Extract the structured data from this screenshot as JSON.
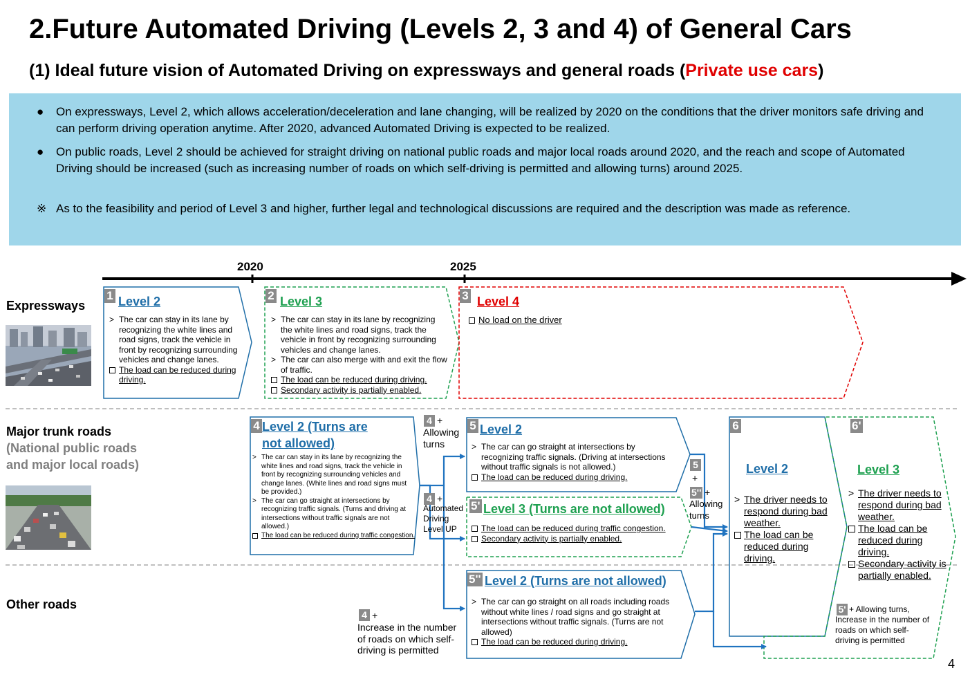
{
  "title": "2.Future Automated Driving (Levels 2, 3 and 4) of General Cars",
  "subtitle": {
    "prefix": "(1)  Ideal future vision of Automated Driving on expressways and general roads  (",
    "highlight": "Private use cars",
    "suffix": ")"
  },
  "summary": [
    {
      "marker": "●",
      "text": "On expressways, Level 2, which allows acceleration/deceleration and lane changing, will be realized by 2020 on the conditions that the driver monitors safe driving and can perform driving operation anytime. After 2020, advanced Automated Driving is expected to be realized."
    },
    {
      "marker": "●",
      "text": "On public roads, Level 2 should be achieved for straight driving on national public roads and major local roads around 2020, and the reach and scope of Automated Driving should be increased (such as increasing number of roads on which self-driving is permitted and allowing turns) around 2025."
    },
    {
      "marker": "※",
      "text": "As to the feasibility and period of Level 3 and higher, further legal and technological discussions are required and the description was made as reference."
    }
  ],
  "timeline": {
    "year1": "2020",
    "year2": "2025"
  },
  "rows": {
    "expressways": "Expressways",
    "major_trunk": "Major trunk roads",
    "major_trunk_sub1": "(National public roads",
    "major_trunk_sub2": "and major local roads)",
    "other": "Other roads"
  },
  "boxes": {
    "b1": {
      "badge": "1",
      "title": "Level 2",
      "items": [
        "The car can stay in its lane by recognizing the white lines and road signs, track the vehicle in front by recognizing surrounding vehicles and change lanes."
      ],
      "checks": [
        "The load can be reduced during driving."
      ]
    },
    "b2": {
      "badge": "2",
      "title": "Level 3",
      "items": [
        "The car can stay in its lane by recognizing the white lines and road signs, track the vehicle in front by recognizing surrounding vehicles and change lanes.",
        "The car can also merge with and exit the flow of traffic."
      ],
      "checks": [
        "The load can be reduced during driving.",
        "Secondary activity is partially enabled."
      ]
    },
    "b3": {
      "badge": "3",
      "title": "Level 4",
      "checks": [
        "No load on the driver"
      ]
    },
    "b4": {
      "badge": "4",
      "title1": "Level 2 (Turns are",
      "title2": "not allowed)",
      "items": [
        "The car can stay in its lane by recognizing the white lines and road signs, track the vehicle in front by recognizing surrounding vehicles and change lanes. (White lines and road signs must be provided.)",
        "The car can go straight at intersections by recognizing traffic signals. (Turns and driving at intersections without traffic signals are not allowed.)"
      ],
      "checks": [
        "The load can be reduced during traffic congestion."
      ]
    },
    "b5": {
      "badge": "5",
      "title": "Level 2",
      "items": [
        "The car can go straight at intersections by recognizing traffic signals. (Driving at intersections without traffic signals is not allowed.)"
      ],
      "checks": [
        "The load can be reduced during driving."
      ]
    },
    "b5p": {
      "badge": "5'",
      "title": "Level 3 (Turns are not allowed)",
      "checks": [
        "The load can be reduced during traffic congestion.",
        "Secondary activity is partially enabled."
      ]
    },
    "b5pp": {
      "badge": "5''",
      "title": "Level 2 (Turns are not allowed)",
      "items": [
        "The car can go straight on all roads including roads without white lines / road signs and go straight at intersections without traffic signals. (Turns are not allowed)"
      ],
      "checks": [
        "The load can be reduced during driving."
      ]
    },
    "b6": {
      "badge": "6",
      "title": "Level 2",
      "items": [
        "The driver needs to respond during bad weather."
      ],
      "checks": [
        "The load can be reduced during driving."
      ]
    },
    "b6p": {
      "badge": "6'",
      "title": "Level 3",
      "items": [
        "The driver needs to respond during bad weather."
      ],
      "checks": [
        "The load can be reduced during driving.",
        "Secondary activity is partially enabled."
      ]
    }
  },
  "notes": {
    "n1": {
      "badge": "4",
      "plus": "+",
      "text": "Allowing turns"
    },
    "n2": {
      "badge": "4",
      "plus": "+",
      "text": "Automated Driving Level UP"
    },
    "n3": {
      "badge": "4",
      "plus": "+",
      "text": "Increase in the number of roads on which self-driving is permitted"
    },
    "n4": {
      "badge1": "5",
      "plus1": "+",
      "badge2": "5''",
      "plus2": "+",
      "text": "Allowing turns"
    },
    "n5": {
      "badge": "5'",
      "text1": "+ Allowing turns,",
      "text2": "Increase in the number of roads on which self-driving is permitted"
    }
  },
  "page_number": "4",
  "colors": {
    "blue": "#1f6ea8",
    "green": "#1ea050",
    "red": "#e00000",
    "summary_bg": "#9fd6ea",
    "arrow_blue": "#1f73c0"
  }
}
